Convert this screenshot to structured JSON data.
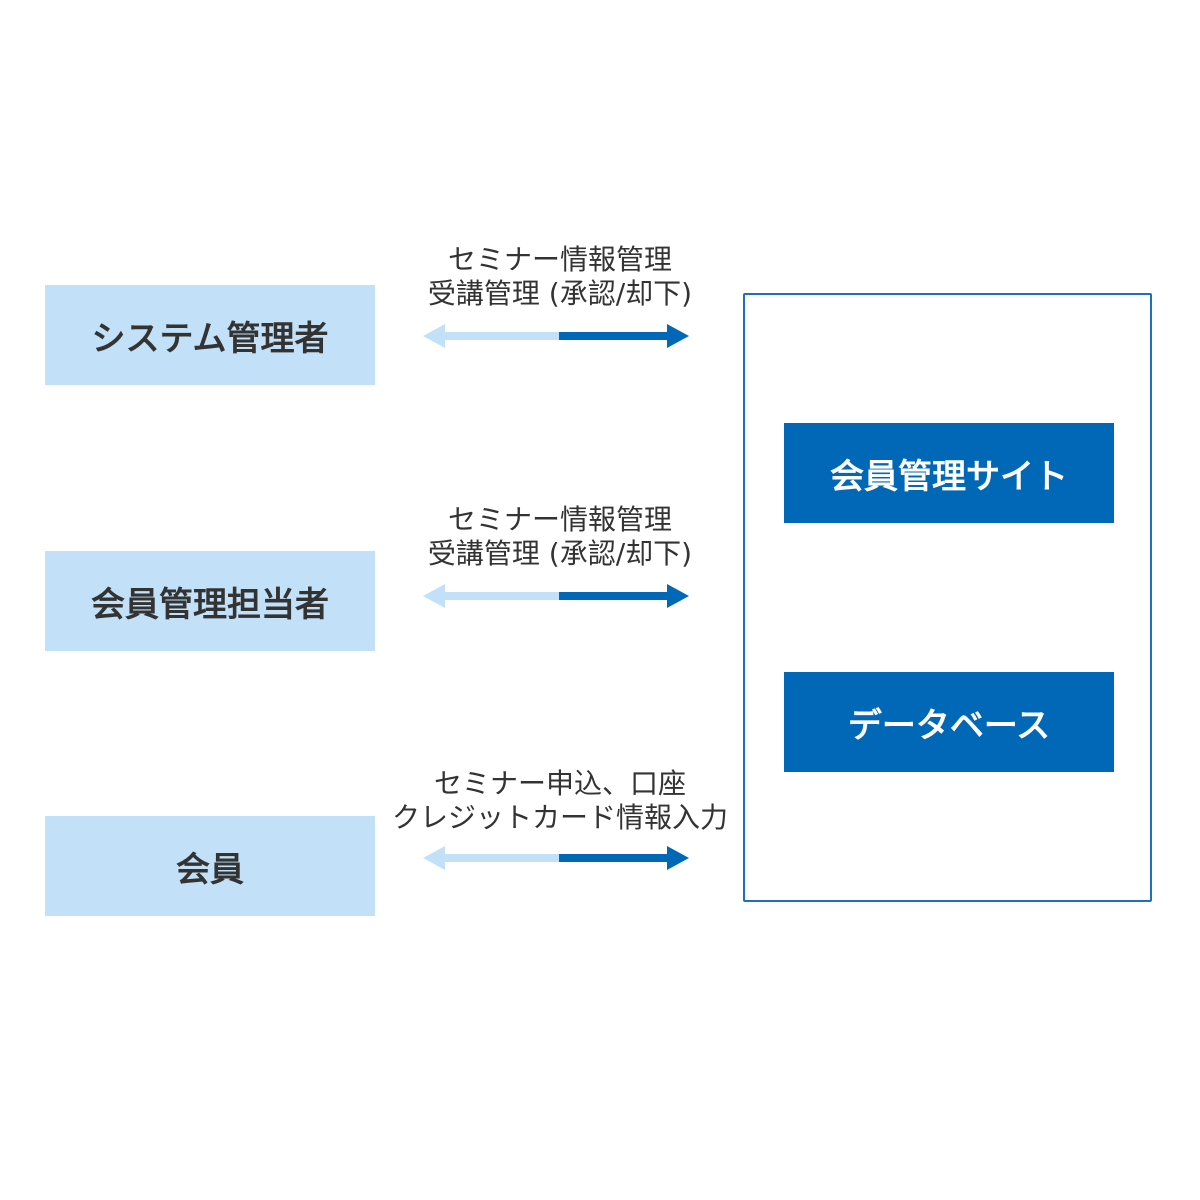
{
  "actors": [
    {
      "label": "システム管理者"
    },
    {
      "label": "会員管理担当者"
    },
    {
      "label": "会員"
    }
  ],
  "flows": [
    {
      "lines": [
        "セミナー情報管理",
        "受講管理 (承認/却下)"
      ]
    },
    {
      "lines": [
        "セミナー情報管理",
        "受講管理 (承認/却下)"
      ]
    },
    {
      "lines": [
        "セミナー申込、口座",
        "クレジットカード情報入力"
      ]
    }
  ],
  "system": {
    "components": [
      {
        "label": "会員管理サイト"
      },
      {
        "label": "データベース"
      }
    ]
  },
  "colors": {
    "actor_fill": "#c2e0f7",
    "component_fill": "#0068b7",
    "frame_border": "#1f6fbf",
    "arrow_light": "#c2e0f7",
    "arrow_dark": "#0068b7",
    "text": "#333333"
  }
}
